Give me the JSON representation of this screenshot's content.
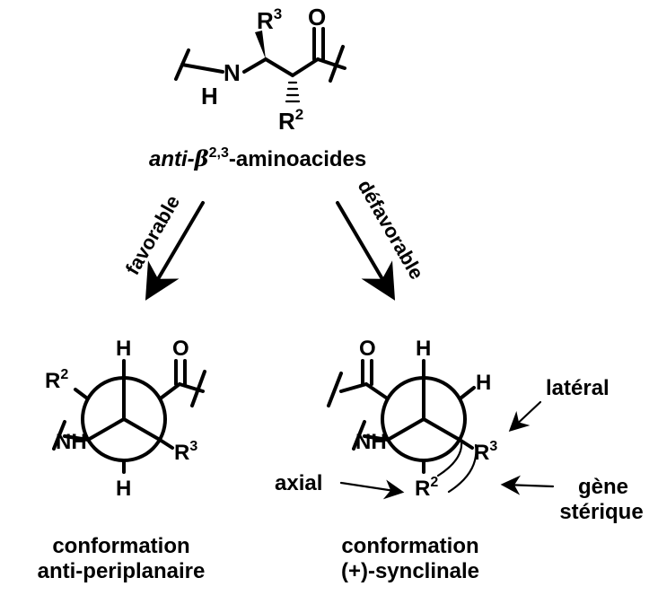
{
  "top": {
    "label_r3": "R",
    "label_r3_sup": "3",
    "label_o": "O",
    "label_nh_n": "N",
    "label_nh_h": "H",
    "label_r2": "R",
    "label_r2_sup": "2",
    "title_italic": "anti-",
    "title_beta": "β",
    "title_sup": "2,3",
    "title_rest": "-aminoacides"
  },
  "arrows": {
    "left_label": "favorable",
    "right_label": "défavorable"
  },
  "left": {
    "h_top": "H",
    "o": "O",
    "r2": "R",
    "r2_sup": "2",
    "nh": "NH",
    "r3": "R",
    "r3_sup": "3",
    "h_bottom": "H",
    "caption_line1": "conformation",
    "caption_line2": "anti-periplanaire"
  },
  "right": {
    "o": "O",
    "h_top": "H",
    "h_right": "H",
    "nh": "NH",
    "r3": "R",
    "r3_sup": "3",
    "r2": "R",
    "r2_sup": "2",
    "note_lateral": "latéral",
    "note_axial": "axial",
    "note_gene_1": "gène",
    "note_gene_2": "stérique",
    "caption_line1": "conformation",
    "caption_line2": "(+)-synclinale"
  }
}
